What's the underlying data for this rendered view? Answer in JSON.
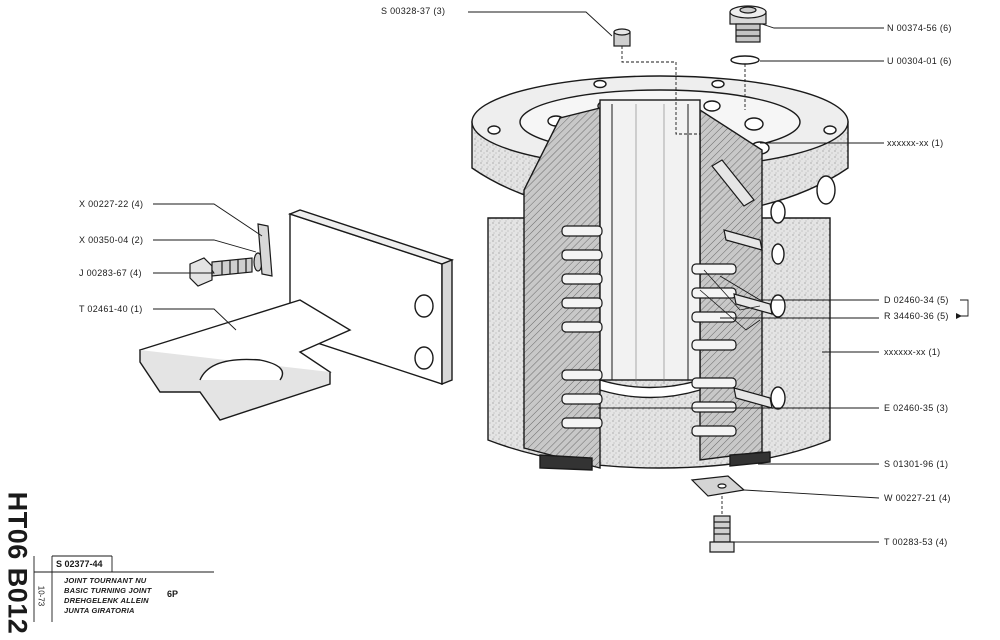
{
  "sheet": {
    "code": "HT06 B012",
    "date": "10-73",
    "part_code": "S 02377-44",
    "names": [
      "JOINT TOURNANT NU",
      "BASIC TURNING JOINT",
      "DREHGELENK ALLEIN",
      "JUNTA GIRATORIA"
    ],
    "page": "6P"
  },
  "callouts": {
    "s00328": "S 00328-37  (3)",
    "n00374": "N 00374-56  (6)",
    "u00304": "U 00304-01  (6)",
    "xxtop": "xxxxxx-xx  (1)",
    "d02460": "D 02460-34 (5)",
    "r34460": "R 34460-36 (5)",
    "xxmid": "xxxxxx-xx  (1)",
    "e02460": "E 02460-35  (3)",
    "s01301": "S 01301-96  (1)",
    "w00227": "W 00227-21  (4)",
    "t00283": "T 00283-53  (4)",
    "x00227": "X 00227-22  (4)",
    "x00350": "X 00350-04  (2)",
    "j00283": "J 00283-67  (4)",
    "t02461": "T 02461-40  (1)"
  },
  "colors": {
    "ink": "#1a1a1a",
    "casting": "#d9d9d9",
    "section": "#bfbfbf",
    "paper": "#ffffff"
  }
}
